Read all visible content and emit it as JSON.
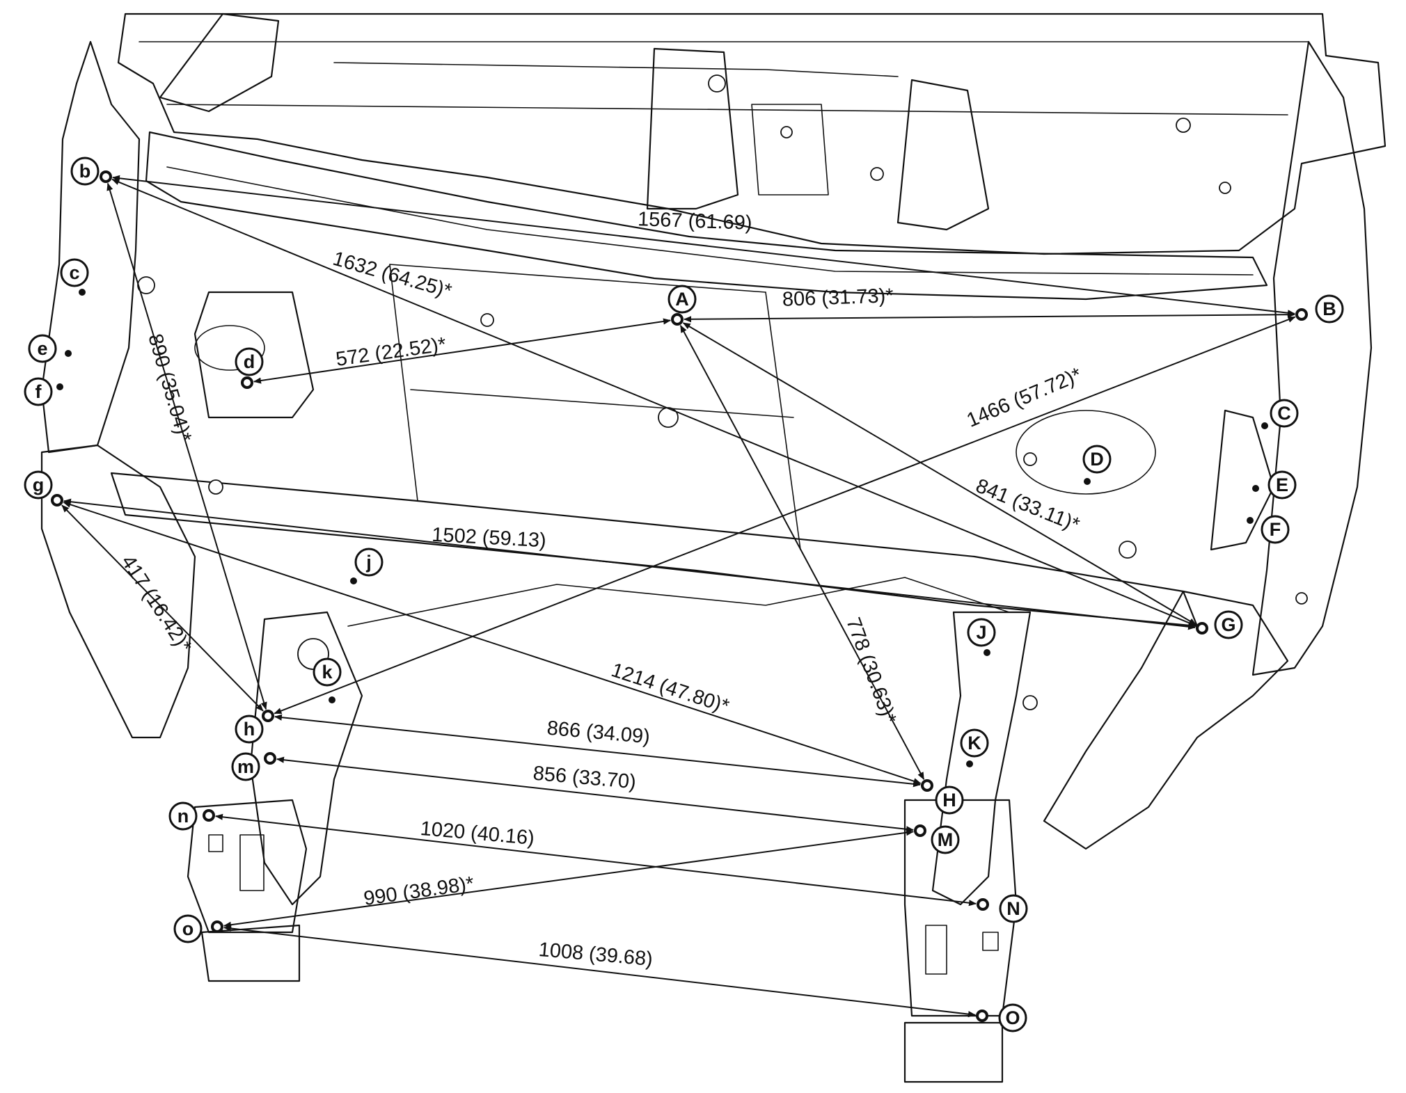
{
  "colors": {
    "ink": "#111111",
    "background": "#ffffff"
  },
  "points": [
    {
      "id": "b",
      "label": "b"
    },
    {
      "id": "c",
      "label": "c"
    },
    {
      "id": "e",
      "label": "e"
    },
    {
      "id": "f",
      "label": "f"
    },
    {
      "id": "g",
      "label": "g"
    },
    {
      "id": "d",
      "label": "d"
    },
    {
      "id": "j",
      "label": "j"
    },
    {
      "id": "k",
      "label": "k"
    },
    {
      "id": "h",
      "label": "h"
    },
    {
      "id": "m",
      "label": "m"
    },
    {
      "id": "n",
      "label": "n"
    },
    {
      "id": "o",
      "label": "o"
    },
    {
      "id": "A",
      "label": "A"
    },
    {
      "id": "B",
      "label": "B"
    },
    {
      "id": "C",
      "label": "C"
    },
    {
      "id": "D",
      "label": "D"
    },
    {
      "id": "E",
      "label": "E"
    },
    {
      "id": "F",
      "label": "F"
    },
    {
      "id": "G",
      "label": "G"
    },
    {
      "id": "J",
      "label": "J"
    },
    {
      "id": "K",
      "label": "K"
    },
    {
      "id": "H",
      "label": "H"
    },
    {
      "id": "M",
      "label": "M"
    },
    {
      "id": "N",
      "label": "N"
    },
    {
      "id": "O",
      "label": "O"
    }
  ],
  "dimensions": [
    {
      "from": "b",
      "to": "B",
      "mm": "1567",
      "inch": "(61.69)",
      "text": "1567 (61.69)"
    },
    {
      "from": "b",
      "to": "G",
      "mm": "1632",
      "inch": "(64.25)*",
      "text": "1632 (64.25)*"
    },
    {
      "from": "A",
      "to": "B",
      "mm": "806",
      "inch": "(31.73)*",
      "text": "806 (31.73)*"
    },
    {
      "from": "A",
      "to": "d",
      "mm": "572",
      "inch": "(22.52)*",
      "text": "572 (22.52)*"
    },
    {
      "from": "b",
      "to": "h",
      "mm": "890",
      "inch": "(35.04)*",
      "text": "890 (35.04)*"
    },
    {
      "from": "B",
      "to": "h",
      "mm": "1466",
      "inch": "(57.72)*",
      "text": "1466 (57.72)*"
    },
    {
      "from": "A",
      "to": "G",
      "mm": "841",
      "inch": "(33.11)*",
      "text": "841 (33.11)*"
    },
    {
      "from": "g",
      "to": "G",
      "mm": "1502",
      "inch": "(59.13)",
      "text": "1502 (59.13)"
    },
    {
      "from": "g",
      "to": "h",
      "mm": "417",
      "inch": "(16.42)*",
      "text": "417 (16.42)*"
    },
    {
      "from": "g",
      "to": "H",
      "mm": "1214",
      "inch": "(47.80)*",
      "text": "1214 (47.80)*"
    },
    {
      "from": "A",
      "to": "H",
      "mm": "778",
      "inch": "(30.63)*",
      "text": "778 (30.63)*"
    },
    {
      "from": "h",
      "to": "H",
      "mm": "866",
      "inch": "(34.09)",
      "text": "866 (34.09)"
    },
    {
      "from": "m",
      "to": "M",
      "mm": "856",
      "inch": "(33.70)",
      "text": "856 (33.70)"
    },
    {
      "from": "n",
      "to": "N",
      "mm": "1020",
      "inch": "(40.16)",
      "text": "1020 (40.16)"
    },
    {
      "from": "o",
      "to": "M",
      "mm": "990",
      "inch": "(38.98)*",
      "text": "990 (38.98)*"
    },
    {
      "from": "o",
      "to": "O",
      "mm": "1008",
      "inch": "(39.68)",
      "text": "1008 (39.68)"
    }
  ]
}
